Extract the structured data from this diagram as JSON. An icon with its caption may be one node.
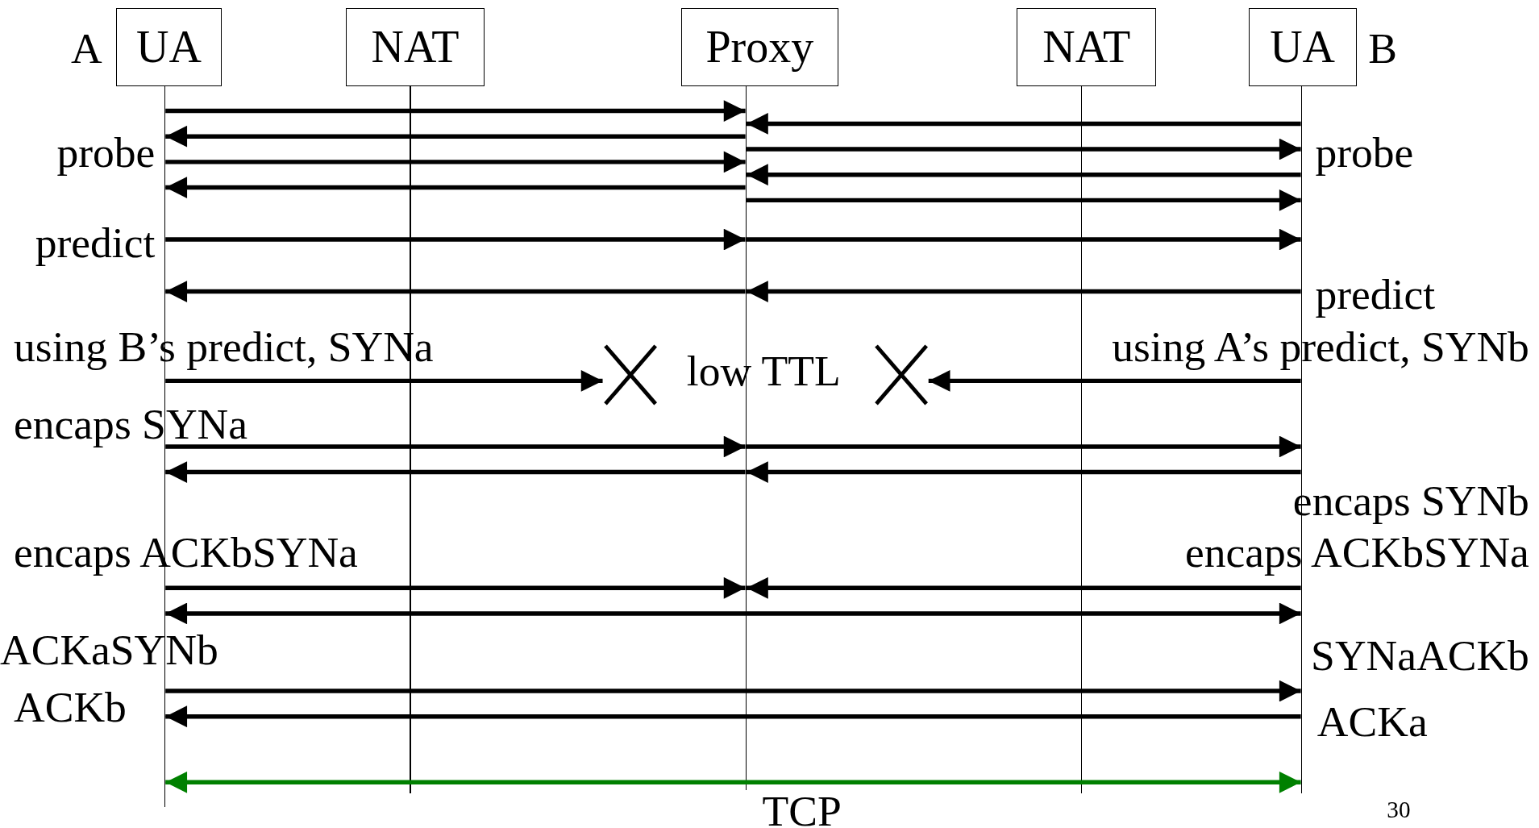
{
  "diagram": {
    "nodes": [
      {
        "text": [
          "UA"
        ],
        "beside": [
          "A"
        ]
      },
      {
        "text": [
          "NAT"
        ]
      },
      {
        "text": [
          "Proxy"
        ]
      },
      {
        "text": [
          "NAT"
        ]
      },
      {
        "text": [
          "UA"
        ],
        "beside": [
          "B"
        ]
      },
      {
        "text": [],
        "shape": "bar"
      },
      {
        "text": [],
        "shape": "bar"
      },
      {
        "text": [],
        "shape": "bar"
      },
      {
        "text": [],
        "shape": "bar"
      },
      {
        "text": [],
        "shape": "bar"
      },
      {
        "text": [],
        "shape": "cross"
      },
      {
        "text": [],
        "shape": "cross"
      }
    ],
    "edges": [
      {
        "from": 5,
        "to": 7,
        "arrow": "to"
      },
      {
        "from": 9,
        "to": 7,
        "arrow": "to"
      },
      {
        "from": 7,
        "to": 5,
        "arrow": "to"
      },
      {
        "from": 7,
        "to": 9,
        "arrow": "to"
      },
      {
        "from": 5,
        "to": 7,
        "arrow": "to"
      },
      {
        "from": 9,
        "to": 7,
        "arrow": "to"
      },
      {
        "from": 7,
        "to": 5,
        "arrow": "to"
      },
      {
        "from": 7,
        "to": 9,
        "arrow": "to"
      },
      {
        "from": 5,
        "to": 7,
        "arrow": "to"
      },
      {
        "from": 7,
        "to": 9,
        "arrow": "to"
      },
      {
        "from": 7,
        "to": 5,
        "arrow": "to"
      },
      {
        "from": 9,
        "to": 7,
        "arrow": "to"
      },
      {
        "from": 5,
        "to": 10,
        "arrow": "to"
      },
      {
        "from": 9,
        "to": 11,
        "arrow": "to"
      },
      {
        "from": 5,
        "to": 7,
        "arrow": "to"
      },
      {
        "from": 7,
        "to": 9,
        "arrow": "to"
      },
      {
        "from": 7,
        "to": 5,
        "arrow": "to"
      },
      {
        "from": 9,
        "to": 7,
        "arrow": "to"
      },
      {
        "from": 5,
        "to": 7,
        "arrow": "to"
      },
      {
        "from": 9,
        "to": 7,
        "arrow": "to"
      },
      {
        "from": 5,
        "to": 9,
        "arrow": "both"
      },
      {
        "from": 5,
        "to": 9,
        "arrow": "to"
      },
      {
        "from": 9,
        "to": 5,
        "arrow": "to"
      },
      {
        "from": 5,
        "to": 9,
        "arrow": "both",
        "color": "#008000",
        "label": "TCP"
      }
    ],
    "labels": [
      "probe",
      "probe",
      "predict",
      "predict",
      "using B’s predict, SYNa",
      "using A’s predict, SYNb",
      "low TTL",
      "encaps SYNa",
      "encaps SYNb",
      "encaps ACKbSYNa",
      "encaps ACKbSYNa",
      "ACKaSYNb",
      "SYNaACKb",
      "ACKb",
      "ACKa",
      "30"
    ]
  }
}
